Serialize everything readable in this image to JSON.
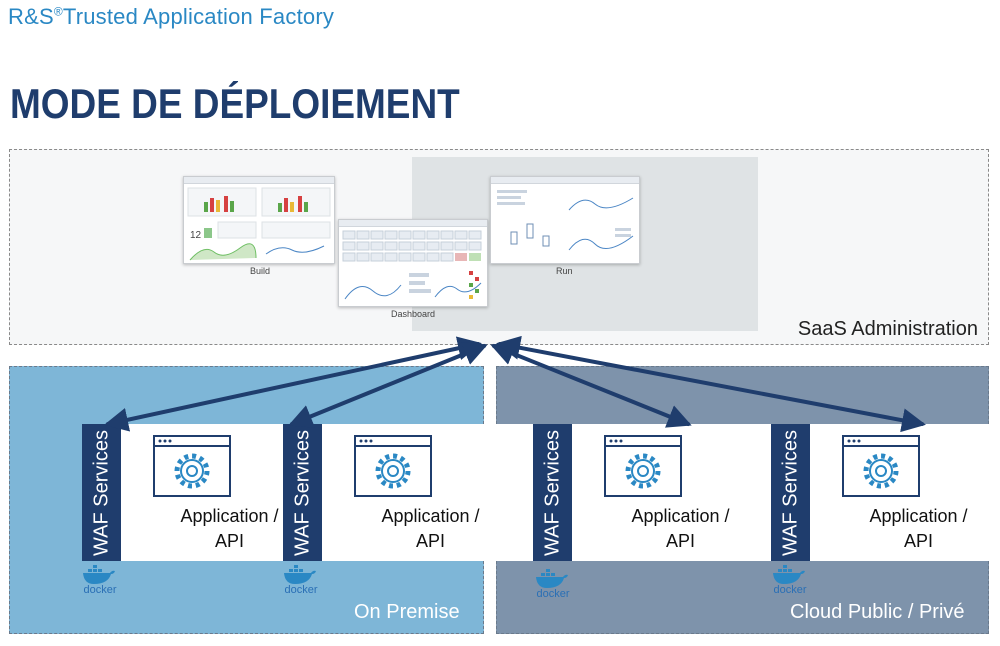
{
  "header": {
    "brand_main": "R&S",
    "brand_reg": "®",
    "brand_rest": "Trusted Application Factory",
    "title": "MODE DE DÉPLOIEMENT"
  },
  "saas": {
    "label": "SaaS Administration",
    "screens": {
      "build": "Build",
      "dashboard": "Dashboard",
      "run": "Run"
    },
    "build_kpi": "12"
  },
  "zones": {
    "on_premise": "On Premise",
    "cloud": "Cloud Public / Privé"
  },
  "cards": [
    {
      "side": "WAF Services",
      "app_line1": "Application /",
      "app_line2": "API"
    },
    {
      "side": "WAF Services",
      "app_line1": "Application /",
      "app_line2": "API"
    },
    {
      "side": "WAF Services",
      "app_line1": "Application /",
      "app_line2": "API"
    },
    {
      "side": "WAF Services",
      "app_line1": "Application /",
      "app_line2": "API"
    }
  ],
  "docker_label": "docker",
  "colors": {
    "navy": "#1f3d6d",
    "on_premise_bg": "#7eb6d7",
    "cloud_bg": "#7e93ab",
    "brand_blue": "#2a88c4"
  }
}
